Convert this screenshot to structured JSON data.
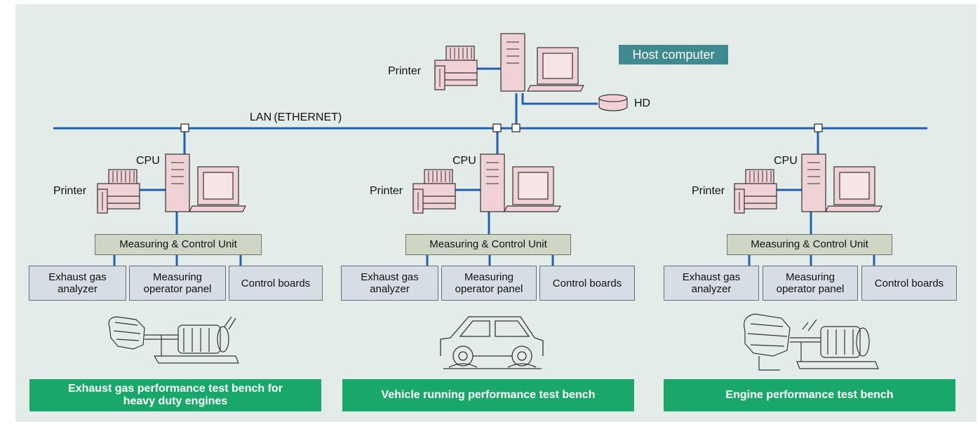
{
  "host": {
    "label": "Host computer",
    "printer_label": "Printer",
    "hd_label": "HD"
  },
  "lan": {
    "label": "LAN (ETHERNET)"
  },
  "stations": [
    {
      "cpu_label": "CPU",
      "printer_label": "Printer",
      "mcu_label": "Measuring & Control Unit",
      "devices": [
        "Exhaust gas\nanalyzer",
        "Measuring\noperator panel",
        "Control boards"
      ],
      "equipment_icon": "engine-dynamometer-icon",
      "bench_label": "Exhaust gas performance test bench for\nheavy duty engines"
    },
    {
      "cpu_label": "CPU",
      "printer_label": "Printer",
      "mcu_label": "Measuring & Control Unit",
      "devices": [
        "Exhaust gas\nanalyzer",
        "Measuring\noperator panel",
        "Control boards"
      ],
      "equipment_icon": "car-on-chassis-dynamometer-icon",
      "bench_label": "Vehicle running performance test bench"
    },
    {
      "cpu_label": "CPU",
      "printer_label": "Printer",
      "mcu_label": "Measuring & Control Unit",
      "devices": [
        "Exhaust gas\nanalyzer",
        "Measuring\noperator panel",
        "Control boards"
      ],
      "equipment_icon": "engine-dynamometer-icon",
      "bench_label": "Engine performance test bench"
    }
  ],
  "colors": {
    "wire": "#1f5fb4",
    "bench": "#1aa86a",
    "host_badge": "#3f8a8e",
    "background": "#e4ecea",
    "equipment_pink": "#efd1d6"
  }
}
